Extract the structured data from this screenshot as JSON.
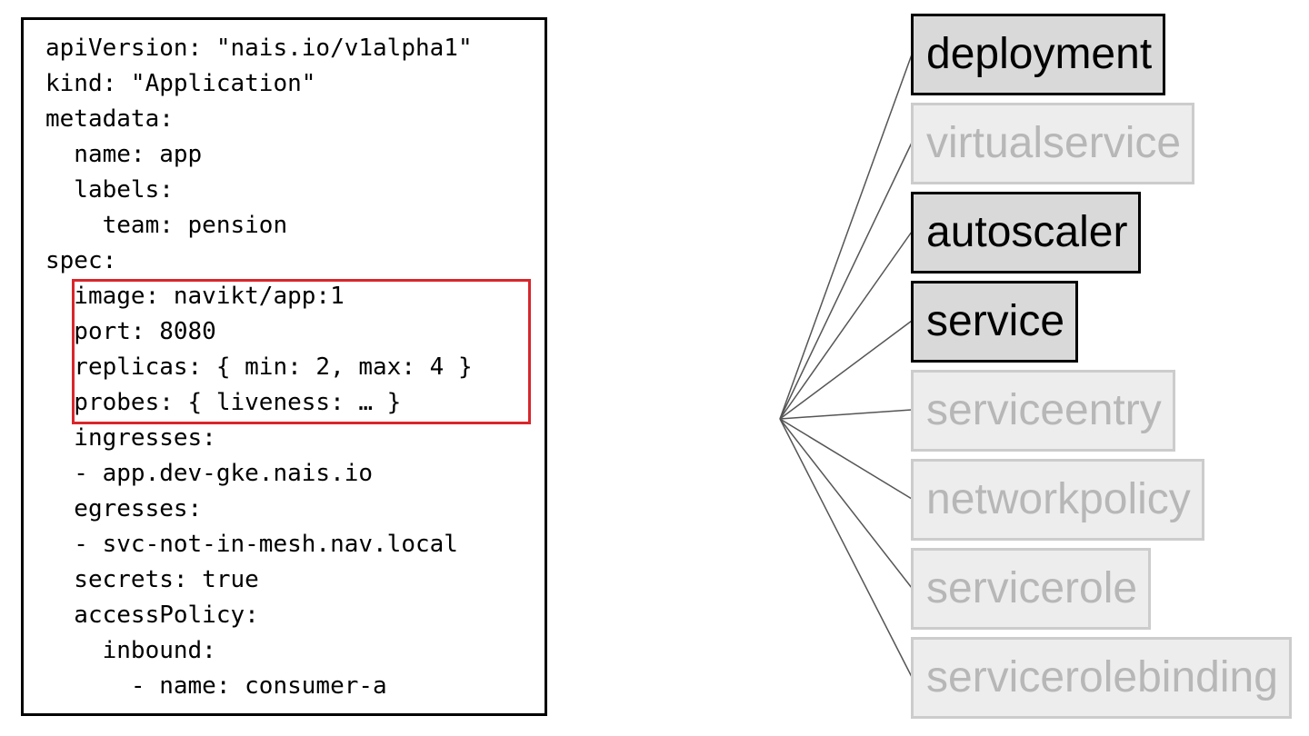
{
  "yaml": {
    "lines": [
      "apiVersion: \"nais.io/v1alpha1\"",
      "kind: \"Application\"",
      "metadata:",
      "  name: app",
      "  labels:",
      "    team: pension",
      "spec:",
      "  image: navikt/app:1",
      "  port: 8080",
      "  replicas: { min: 2, max: 4 }",
      "  probes: { liveness: … }",
      "  ingresses:",
      "  - app.dev-gke.nais.io",
      "  egresses:",
      "  - svc-not-in-mesh.nav.local",
      "  secrets: true",
      "  accessPolicy:",
      "    inbound:",
      "      - name: consumer-a"
    ],
    "highlighted_lines": [
      7,
      8,
      9,
      10
    ],
    "highlight_color": "#d9262b"
  },
  "resources": [
    {
      "label": "deployment",
      "active": true
    },
    {
      "label": "virtualservice",
      "active": false
    },
    {
      "label": "autoscaler",
      "active": true
    },
    {
      "label": "service",
      "active": true
    },
    {
      "label": "serviceentry",
      "active": false
    },
    {
      "label": "networkpolicy",
      "active": false
    },
    {
      "label": "servicerole",
      "active": false
    },
    {
      "label": "servicerolebinding",
      "active": false
    }
  ],
  "colors": {
    "active_fill": "#d9d9d9",
    "active_border": "#000000",
    "inactive_fill": "#ededed",
    "inactive_border": "#cccccc",
    "inactive_text": "#b7b7b7",
    "connector": "#555555"
  }
}
